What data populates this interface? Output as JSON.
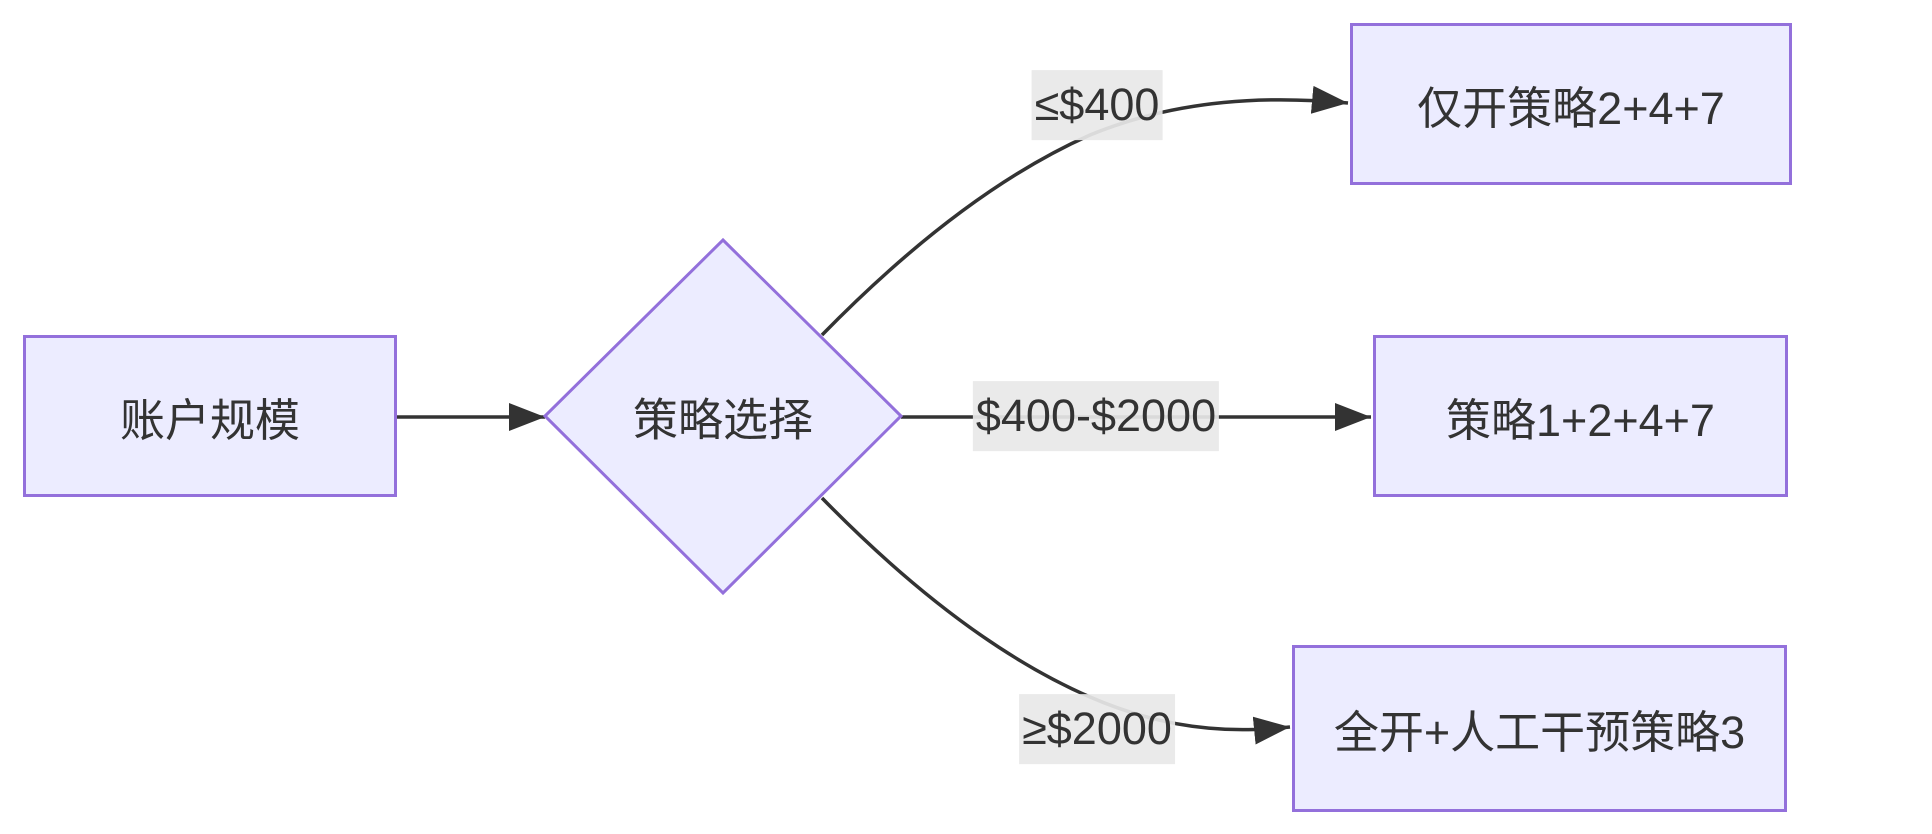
{
  "flowchart": {
    "nodes": {
      "account_scale": {
        "label": "账户规模",
        "shape": "rect"
      },
      "strategy_choice": {
        "label": "策略选择",
        "shape": "diamond"
      },
      "tier_small": {
        "label": "仅开策略2+4+7",
        "shape": "rect"
      },
      "tier_medium": {
        "label": "策略1+2+4+7",
        "shape": "rect"
      },
      "tier_large": {
        "label": "全开+人工干预策略3",
        "shape": "rect"
      }
    },
    "edges": [
      {
        "from": "account_scale",
        "to": "strategy_choice",
        "label": ""
      },
      {
        "from": "strategy_choice",
        "to": "tier_small",
        "label": "≤$400"
      },
      {
        "from": "strategy_choice",
        "to": "tier_medium",
        "label": "$400-$2000"
      },
      {
        "from": "strategy_choice",
        "to": "tier_large",
        "label": "≥$2000"
      }
    ],
    "colors": {
      "node_fill": "#ECECFF",
      "node_border": "#9370DB",
      "edge_stroke": "#333333",
      "text": "#333333",
      "edge_label_bg": "#e8e8e8",
      "background": "#ffffff"
    }
  }
}
